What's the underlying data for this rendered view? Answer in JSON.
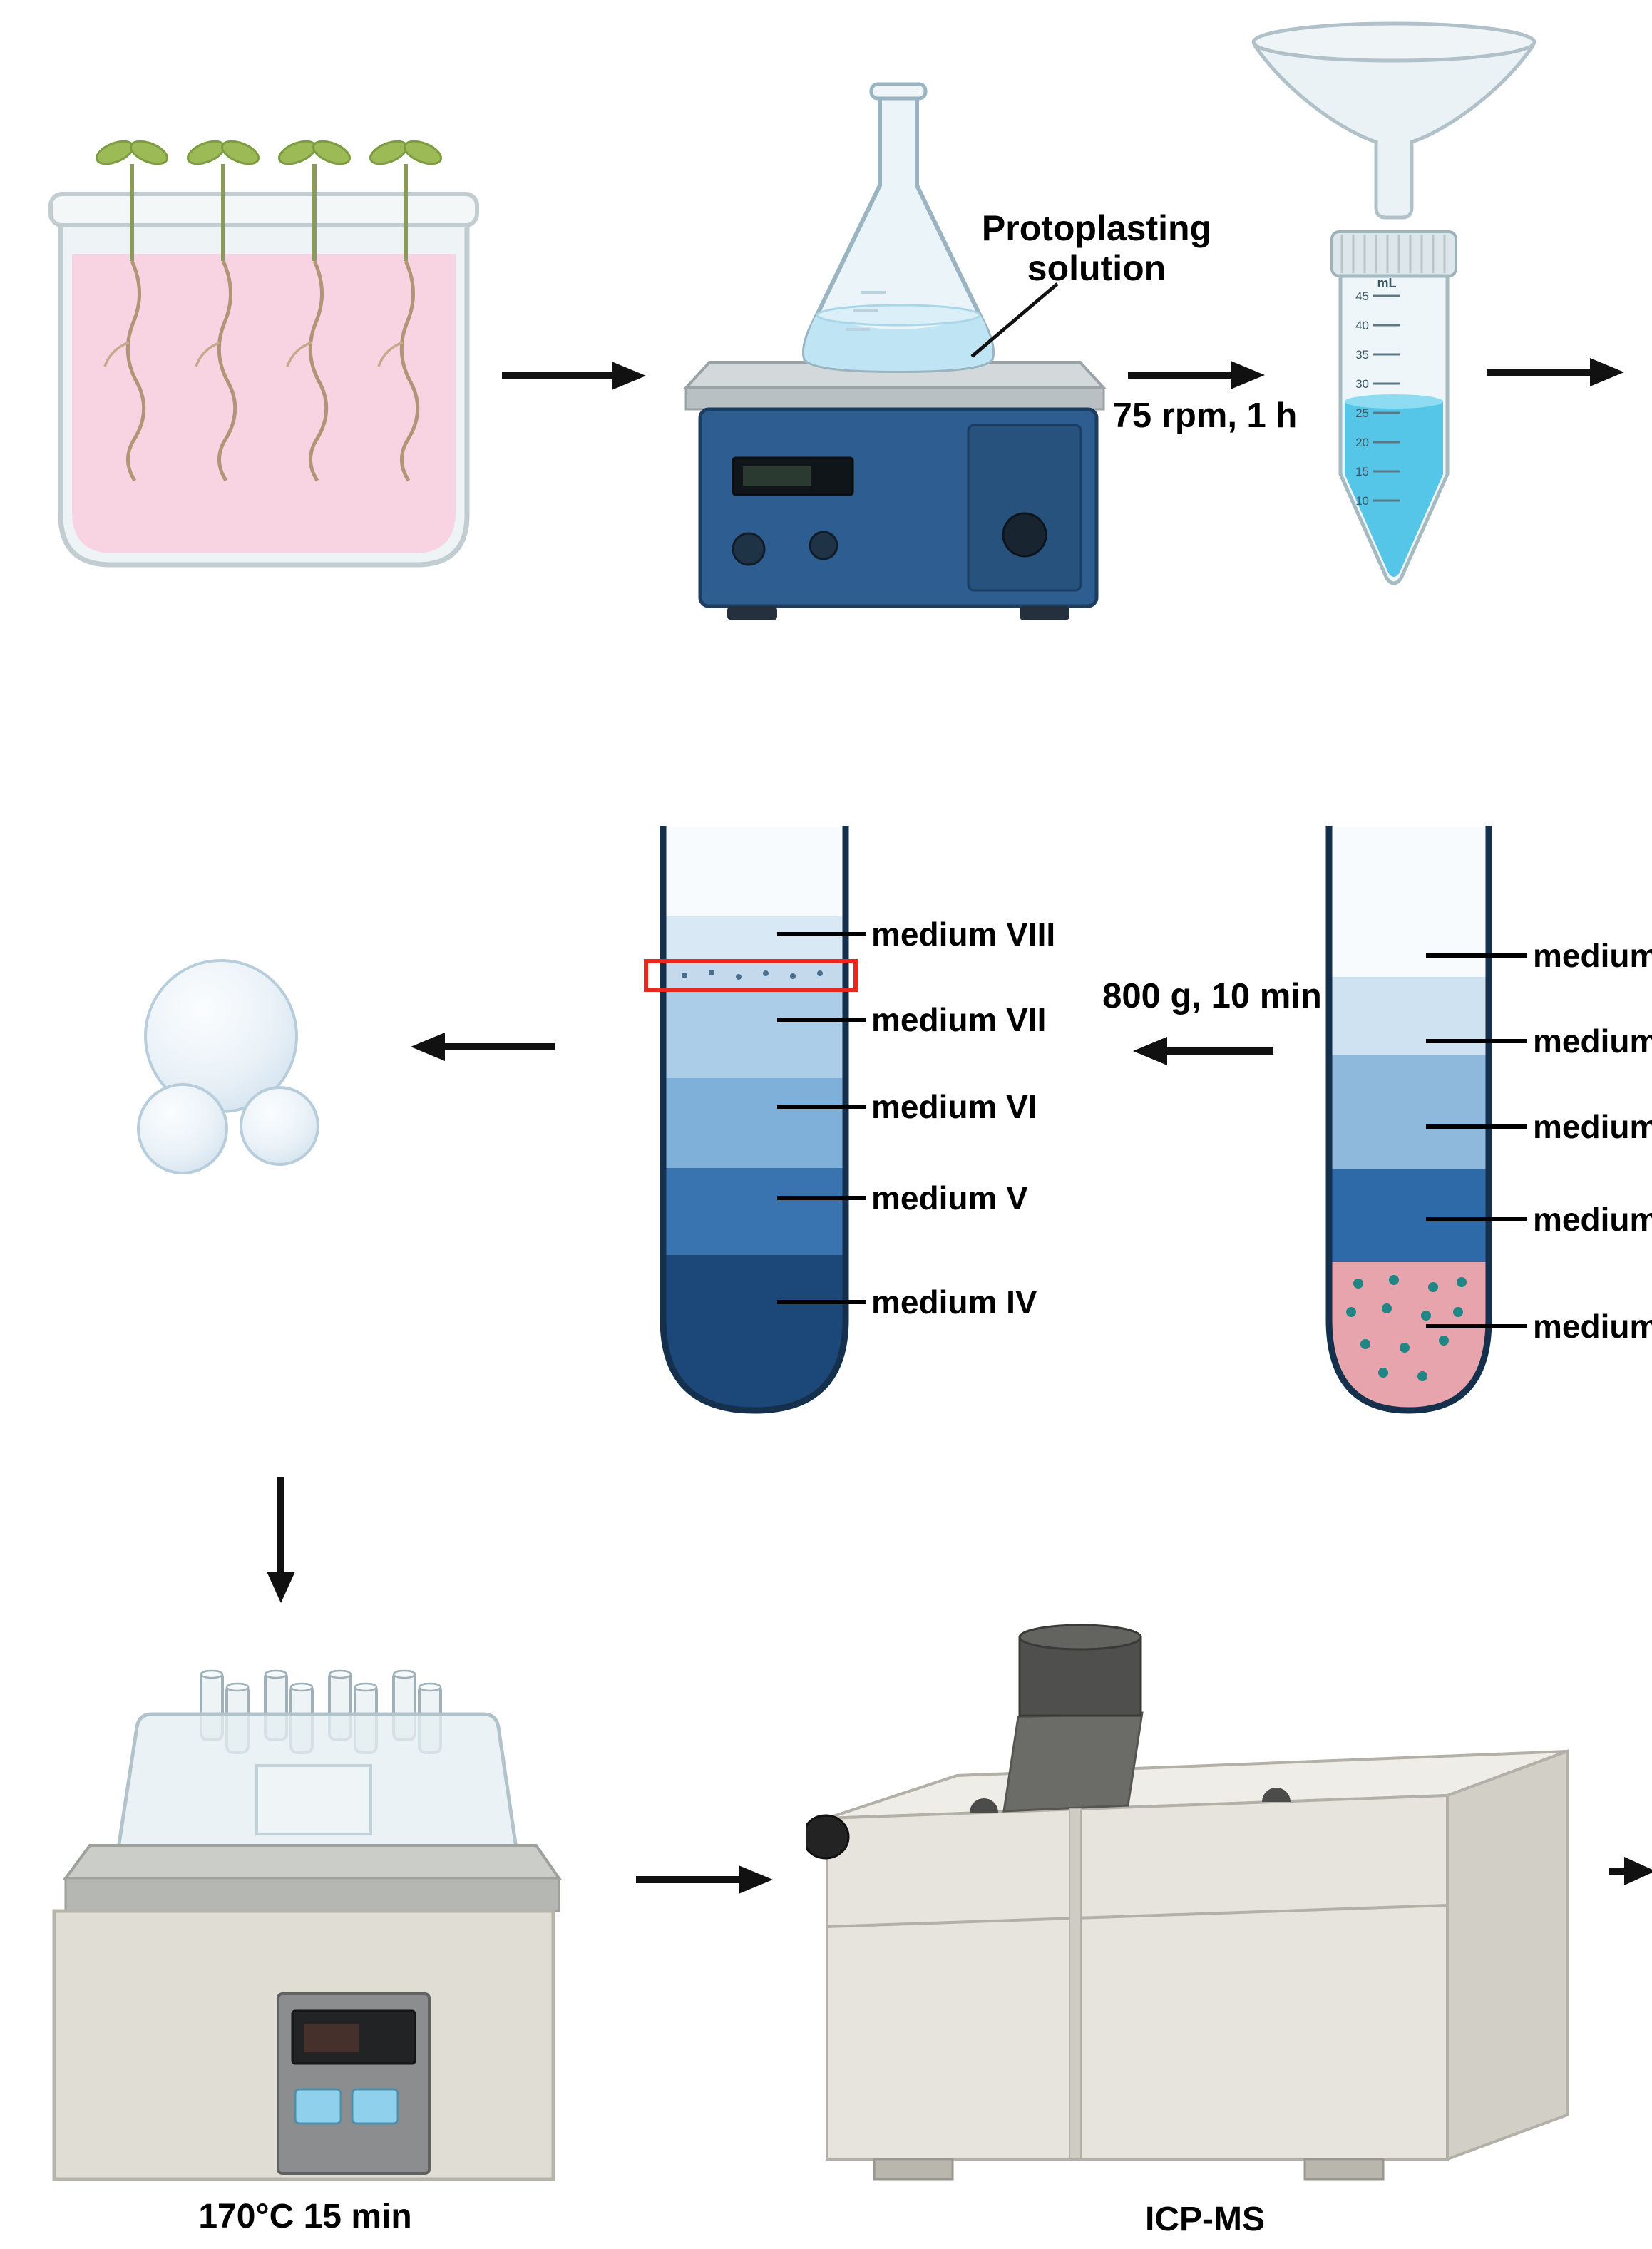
{
  "top_row": {
    "flask_label": {
      "line1": "Protoplasting",
      "line2": "solution"
    },
    "shake_condition": "75 rpm, 1 h",
    "tube_scale": {
      "unit": "mL",
      "ticks": [
        "45",
        "40",
        "35",
        "30",
        "25",
        "20",
        "15",
        "10"
      ]
    }
  },
  "middle_row": {
    "centrifuge_condition": "800 g, 10 min",
    "tube_after": {
      "labels": [
        "medium VIII",
        "medium VII",
        "medium VI",
        "medium V",
        "medium IV"
      ]
    },
    "tube_before": {
      "labels": [
        "medium",
        "medium",
        "medium",
        "medium",
        "medium"
      ]
    }
  },
  "bottom_row": {
    "digestion_condition": "170°C 15 min",
    "instrument": "ICP-MS"
  },
  "colors": {
    "highlight_box": "#e8281e",
    "protoplast_solution_pink": "#f8d4e2",
    "suspension_blue": "#55c6e8",
    "after_layers": [
      "#f7fbfd",
      "#d8e8f4",
      "#c4d9ec",
      "#abcde8",
      "#7fb0d9",
      "#3a74b0",
      "#1b4878"
    ],
    "before_layers": [
      "#f7fbfd",
      "#cfe2f1",
      "#8fb9dc",
      "#2f6aa8",
      "#e8a4ac"
    ]
  }
}
